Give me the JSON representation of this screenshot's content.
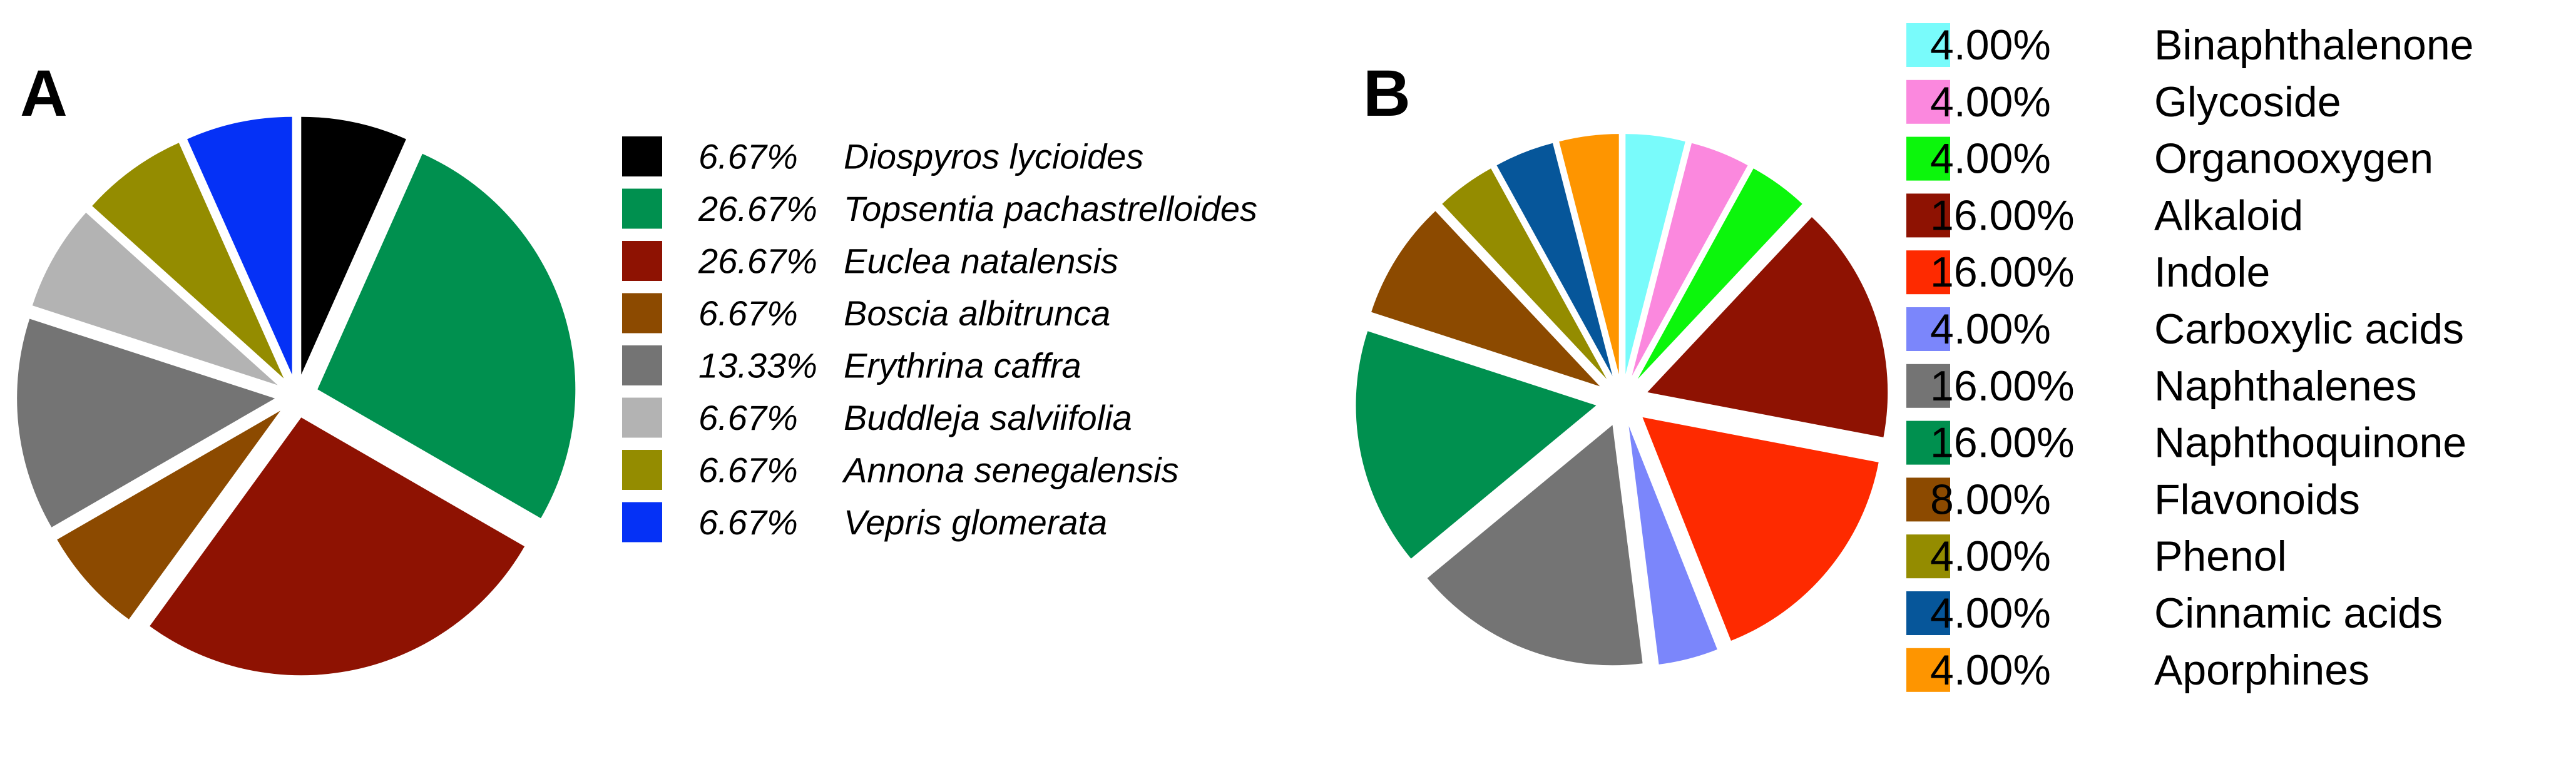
{
  "chart_data": [
    {
      "type": "pie",
      "panel": "A",
      "start_angle": 0,
      "values": [
        6.67,
        26.67,
        26.67,
        6.67,
        13.33,
        6.67,
        6.67,
        6.67
      ],
      "labels": [
        "6.67%",
        "26.67%",
        "26.67%",
        "6.67%",
        "13.33%",
        "6.67%",
        "6.67%",
        "6.67%"
      ],
      "categories": [
        "Diospyros lycioides",
        "Topsentia pachastrelloides",
        "Euclea natalensis",
        "Boscia albitrunca",
        "Erythrina caffra",
        "Buddleja salviifolia",
        "Annona senegalensis",
        "Vepris glomerata"
      ],
      "colors": [
        "#000000",
        "#00904f",
        "#8e1202",
        "#8c4a00",
        "#747474",
        "#b3b3b3",
        "#948c00",
        "#0531f6"
      ],
      "legend_position": "right"
    },
    {
      "type": "pie",
      "panel": "B",
      "start_angle": 0,
      "values": [
        4.0,
        4.0,
        4.0,
        16.0,
        16.0,
        4.0,
        16.0,
        16.0,
        8.0,
        4.0,
        4.0,
        4.0
      ],
      "labels": [
        "4.00%",
        "4.00%",
        "4.00%",
        "16.00%",
        "16.00%",
        "4.00%",
        "16.00%",
        "16.00%",
        "8.00%",
        "4.00%",
        "4.00%",
        "4.00%"
      ],
      "categories": [
        "Binaphthalenone",
        "Glycoside",
        "Organooxygen",
        "Alkaloid",
        "Indole",
        "Carboxylic acids",
        "Naphthalenes",
        "Naphthoquinone",
        "Flavonoids",
        "Phenol",
        "Cinnamic acids",
        "Aporphines"
      ],
      "colors": [
        "#79fbfb",
        "#fb88de",
        "#0cf60c",
        "#8e1202",
        "#fe2a00",
        "#7b86fb",
        "#747474",
        "#00904f",
        "#8c4a00",
        "#948c00",
        "#06569a",
        "#fe9500"
      ],
      "legend_position": "right"
    }
  ],
  "panel_letters": [
    "A",
    "B"
  ]
}
